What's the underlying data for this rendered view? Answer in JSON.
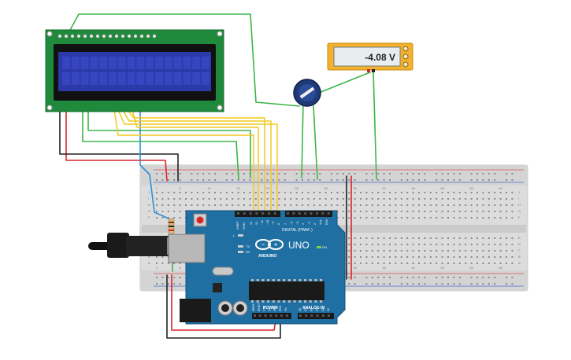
{
  "multimeter": {
    "reading": "-4.08 V"
  },
  "arduino": {
    "brand_label": "ARDUINO",
    "model_label": "UNO",
    "digital_label": "DIGITAL (PWM~)",
    "power_label": "POWER",
    "analog_label": "ANALOG IN",
    "on_label": "ON",
    "tx_label": "TX",
    "rx_label": "RX",
    "l_label": "L",
    "aref_label": "AREF",
    "gnd_label": "GND",
    "power_pins": [
      "IOREF",
      "RESET",
      "3.3V",
      "5V",
      "GND",
      "GND",
      "Vin"
    ],
    "analog_pins": [
      "A0",
      "A1",
      "A2",
      "A3",
      "A4",
      "A5"
    ],
    "digital_pins": [
      "13",
      "12",
      "~11",
      "~10",
      "~9",
      "8",
      "7",
      "~6",
      "~5",
      "4",
      "~3",
      "2",
      "TX1",
      "RX0"
    ]
  },
  "breadboard": {
    "column_numbers": [
      "1",
      "5",
      "10",
      "15",
      "20",
      "25",
      "30",
      "35",
      "40",
      "45",
      "50",
      "55",
      "60"
    ],
    "row_letters_top": [
      "J",
      "I",
      "H",
      "G",
      "F"
    ],
    "row_letters_bottom": [
      "E",
      "D",
      "C",
      "B",
      "A"
    ]
  },
  "colors": {
    "wire_green": "#3db54a",
    "wire_yellow": "#f2c81e",
    "wire_red": "#d8252b",
    "wire_black": "#222222",
    "wire_blue": "#2f8fd6",
    "lcd_board": "#1f8a3c",
    "lcd_screen": "#2c3aa8",
    "arduino_board": "#1f6fa3",
    "meter_frame": "#f2b12e"
  }
}
